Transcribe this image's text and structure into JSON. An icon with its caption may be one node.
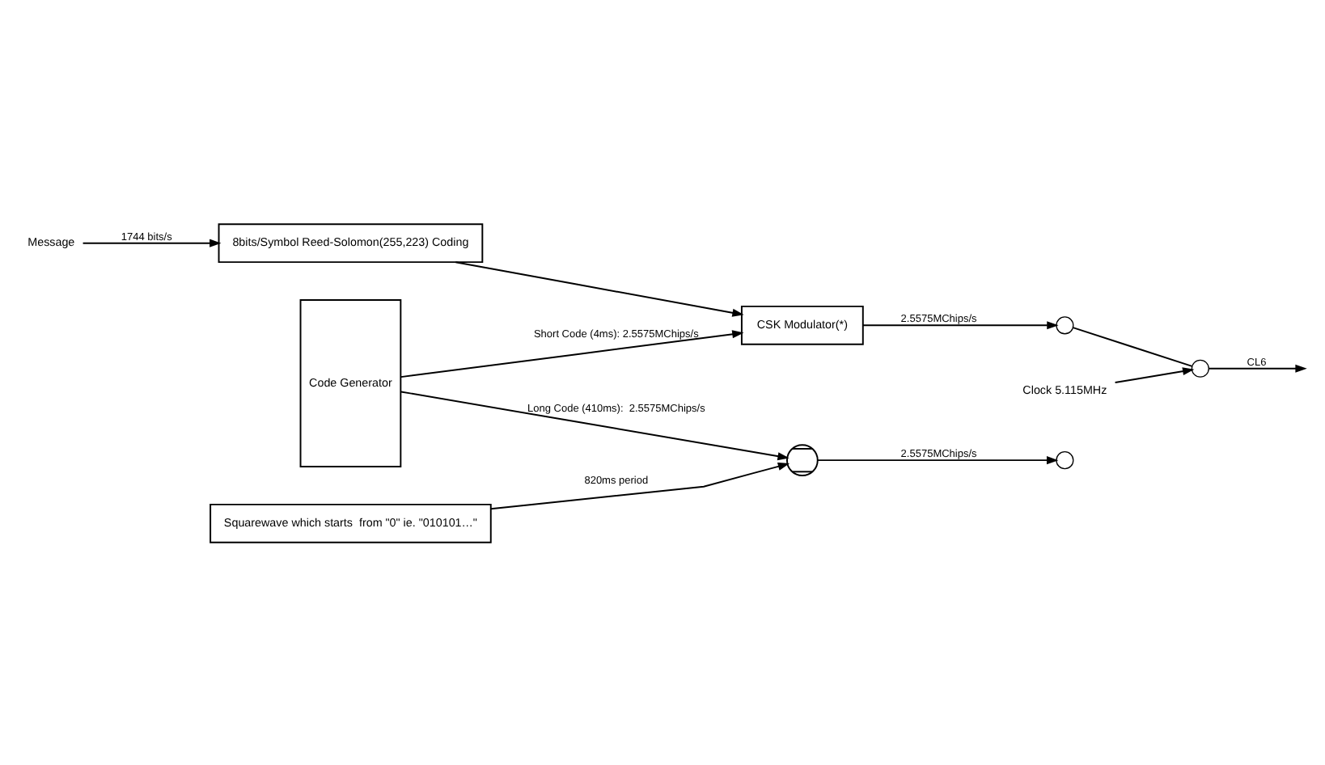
{
  "diagram": {
    "nodes": [
      {
        "text": [
          "Message"
        ]
      },
      {
        "text": [
          "8bits/Symbol Reed-Solomon(255,223) Coding"
        ]
      },
      {
        "text": [
          "Code Generator"
        ]
      },
      {
        "text": [
          "CSK Modulator(*)"
        ]
      },
      {
        "text": [],
        "shape": "circle"
      },
      {
        "text": [
          "Squarewave which starts  from \"0\" ie. \"010101…\""
        ]
      },
      {
        "text": [],
        "shape": "circle"
      },
      {
        "text": [],
        "shape": "circle"
      },
      {
        "text": [],
        "shape": "circle"
      },
      {
        "text": [
          "Clock 5.115MHz"
        ]
      }
    ],
    "edges": [
      {
        "from": 0,
        "to": 1,
        "arrow": "to",
        "label": "1744 bits/s"
      },
      {
        "from": 1,
        "to": 3,
        "arrow": "to"
      },
      {
        "from": 2,
        "to": 3,
        "arrow": "to",
        "label": "Short Code (4ms): 2.5575MChips/s"
      },
      {
        "from": 2,
        "to": 4,
        "arrow": "to",
        "label": "Long Code (410ms):  2.5575MChips/s"
      },
      {
        "from": 5,
        "to": 4,
        "arrow": "to",
        "label": "820ms period"
      },
      {
        "from": 3,
        "to": 6,
        "arrow": "to",
        "label": "2.5575MChips/s"
      },
      {
        "from": 4,
        "to": 7,
        "arrow": "to",
        "label": "2.5575MChips/s"
      },
      {
        "from": 6,
        "to": 8,
        "arrow": "none"
      },
      {
        "from": 9,
        "to": 8,
        "arrow": "to"
      },
      {
        "from": 8,
        "to": null,
        "arrow": "to",
        "label": "CL6"
      }
    ]
  }
}
